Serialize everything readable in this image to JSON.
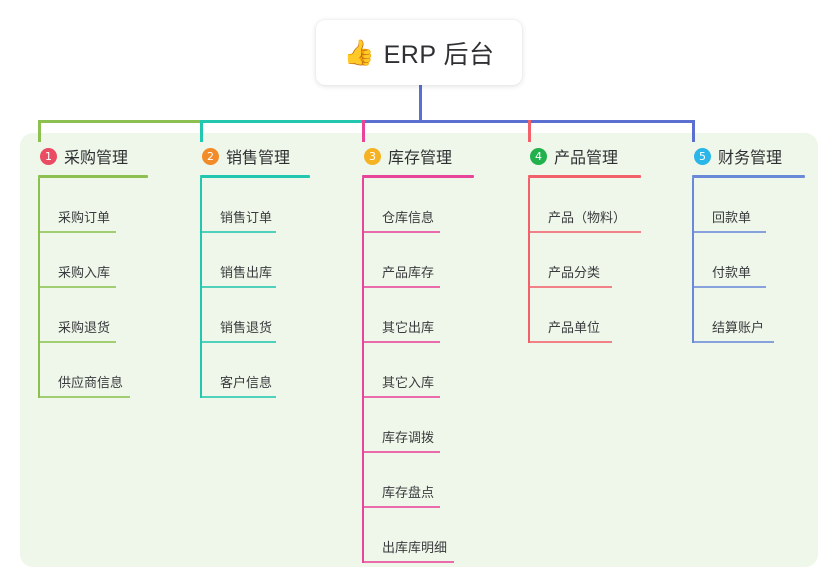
{
  "root": {
    "icon": "thumbs-up-icon",
    "icon_glyph": "👍",
    "title": "ERP 后台"
  },
  "panel": {
    "background_color": "#eef7e9"
  },
  "connectors": {
    "trunk_color": "#5a6fd0",
    "bar_segments": [
      {
        "color": "#8cc152",
        "from": "col1",
        "to": "col2"
      },
      {
        "color": "#23c6ae",
        "from": "col2",
        "to": "col3"
      },
      {
        "color": "#5a6fd0",
        "from": "col3",
        "to": "col5"
      }
    ],
    "drops": [
      "#8cc152",
      "#23c6ae",
      "#e8449a",
      "#f2606a",
      "#5a6fd0"
    ]
  },
  "columns": [
    {
      "number": "1",
      "title": "采购管理",
      "badge_color": "#ea4c63",
      "line_color": "#8cc152",
      "rule_width": 110,
      "items": [
        {
          "label": "采购订单",
          "rule_width": 78
        },
        {
          "label": "采购入库",
          "rule_width": 78
        },
        {
          "label": "采购退货",
          "rule_width": 78
        },
        {
          "label": "供应商信息",
          "rule_width": 92
        }
      ]
    },
    {
      "number": "2",
      "title": "销售管理",
      "badge_color": "#f28b29",
      "line_color": "#23c6ae",
      "rule_width": 110,
      "items": [
        {
          "label": "销售订单",
          "rule_width": 76
        },
        {
          "label": "销售出库",
          "rule_width": 76
        },
        {
          "label": "销售退货",
          "rule_width": 76
        },
        {
          "label": "客户信息",
          "rule_width": 76
        }
      ]
    },
    {
      "number": "3",
      "title": "库存管理",
      "badge_color": "#f5b324",
      "line_color": "#e8449a",
      "rule_width": 112,
      "items": [
        {
          "label": "仓库信息",
          "rule_width": 78
        },
        {
          "label": "产品库存",
          "rule_width": 78
        },
        {
          "label": "其它出库",
          "rule_width": 78
        },
        {
          "label": "其它入库",
          "rule_width": 78
        },
        {
          "label": "库存调拨",
          "rule_width": 78
        },
        {
          "label": "库存盘点",
          "rule_width": 78
        },
        {
          "label": "出库库明细",
          "rule_width": 92
        }
      ]
    },
    {
      "number": "4",
      "title": "产品管理",
      "badge_color": "#22b14c",
      "line_color": "#f2606a",
      "rule_width": 113,
      "items": [
        {
          "label": "产品（物料）",
          "rule_width": 113
        },
        {
          "label": "产品分类",
          "rule_width": 84
        },
        {
          "label": "产品单位",
          "rule_width": 84
        }
      ]
    },
    {
      "number": "5",
      "title": "财务管理",
      "badge_color": "#29b6e8",
      "line_color": "#6a89d8",
      "rule_width": 113,
      "items": [
        {
          "label": "回款单",
          "rule_width": 74
        },
        {
          "label": "付款单",
          "rule_width": 74
        },
        {
          "label": "结算账户",
          "rule_width": 82
        }
      ]
    }
  ]
}
